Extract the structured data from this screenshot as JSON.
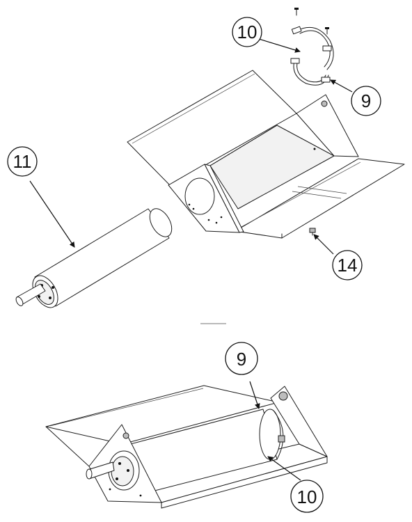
{
  "callouts": [
    {
      "label": "10"
    },
    {
      "label": "9"
    },
    {
      "label": "11"
    },
    {
      "label": "14"
    },
    {
      "label": "9"
    },
    {
      "label": "10"
    }
  ],
  "colors": {
    "line": "#1a1a1a",
    "background": "#ffffff"
  }
}
